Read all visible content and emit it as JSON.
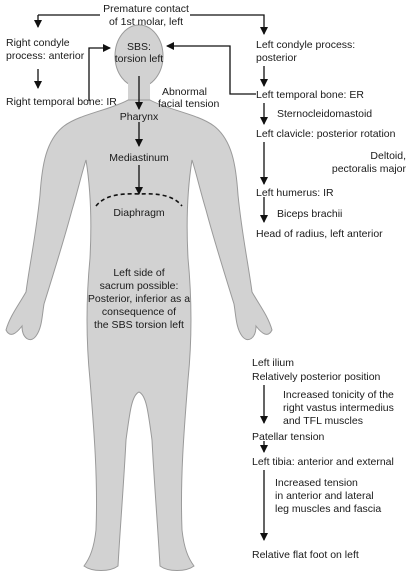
{
  "labels": {
    "premature_contact_l1": "Premature contact",
    "premature_contact_l2": "of 1st molar, left",
    "right_condyle_l1": "Right condyle",
    "right_condyle_l2": "process: anterior",
    "right_temporal": "Right temporal bone: IR",
    "sbs_l1": "SBS:",
    "sbs_l2": "torsion left",
    "abnormal_l1": "Abnormal",
    "abnormal_l2": "facial tension",
    "pharynx": "Pharynx",
    "mediastinum": "Mediastinum",
    "diaphragm": "Diaphragm",
    "sacrum_l1": "Left side of",
    "sacrum_l2": "sacrum possible:",
    "sacrum_l3": "Posterior, inferior as a",
    "sacrum_l4": "consequence of",
    "sacrum_l5": "the SBS torsion left",
    "left_condyle_l1": "Left condyle process:",
    "left_condyle_l2": "posterior",
    "left_temporal": "Left temporal bone: ER",
    "scm": "Sternocleidomastoid",
    "left_clavicle": "Left clavicle: posterior rotation",
    "deltoid_l1": "Deltoid,",
    "deltoid_l2": "pectoralis major",
    "left_humerus": "Left humerus: IR",
    "biceps": "Biceps brachii",
    "radius": "Head of radius, left anterior",
    "left_ilium": "Left ilium",
    "rel_posterior": "Relatively posterior position",
    "tonicity_l1": "Increased tonicity of the",
    "tonicity_l2": "right vastus intermedius",
    "tonicity_l3": "and TFL muscles",
    "patellar": "Patellar tension",
    "left_tibia": "Left tibia: anterior and external",
    "tension_l1": "Increased tension",
    "tension_l2": "in anterior and lateral",
    "tension_l3": "leg muscles and fascia",
    "flat_foot": "Relative flat foot on left"
  }
}
